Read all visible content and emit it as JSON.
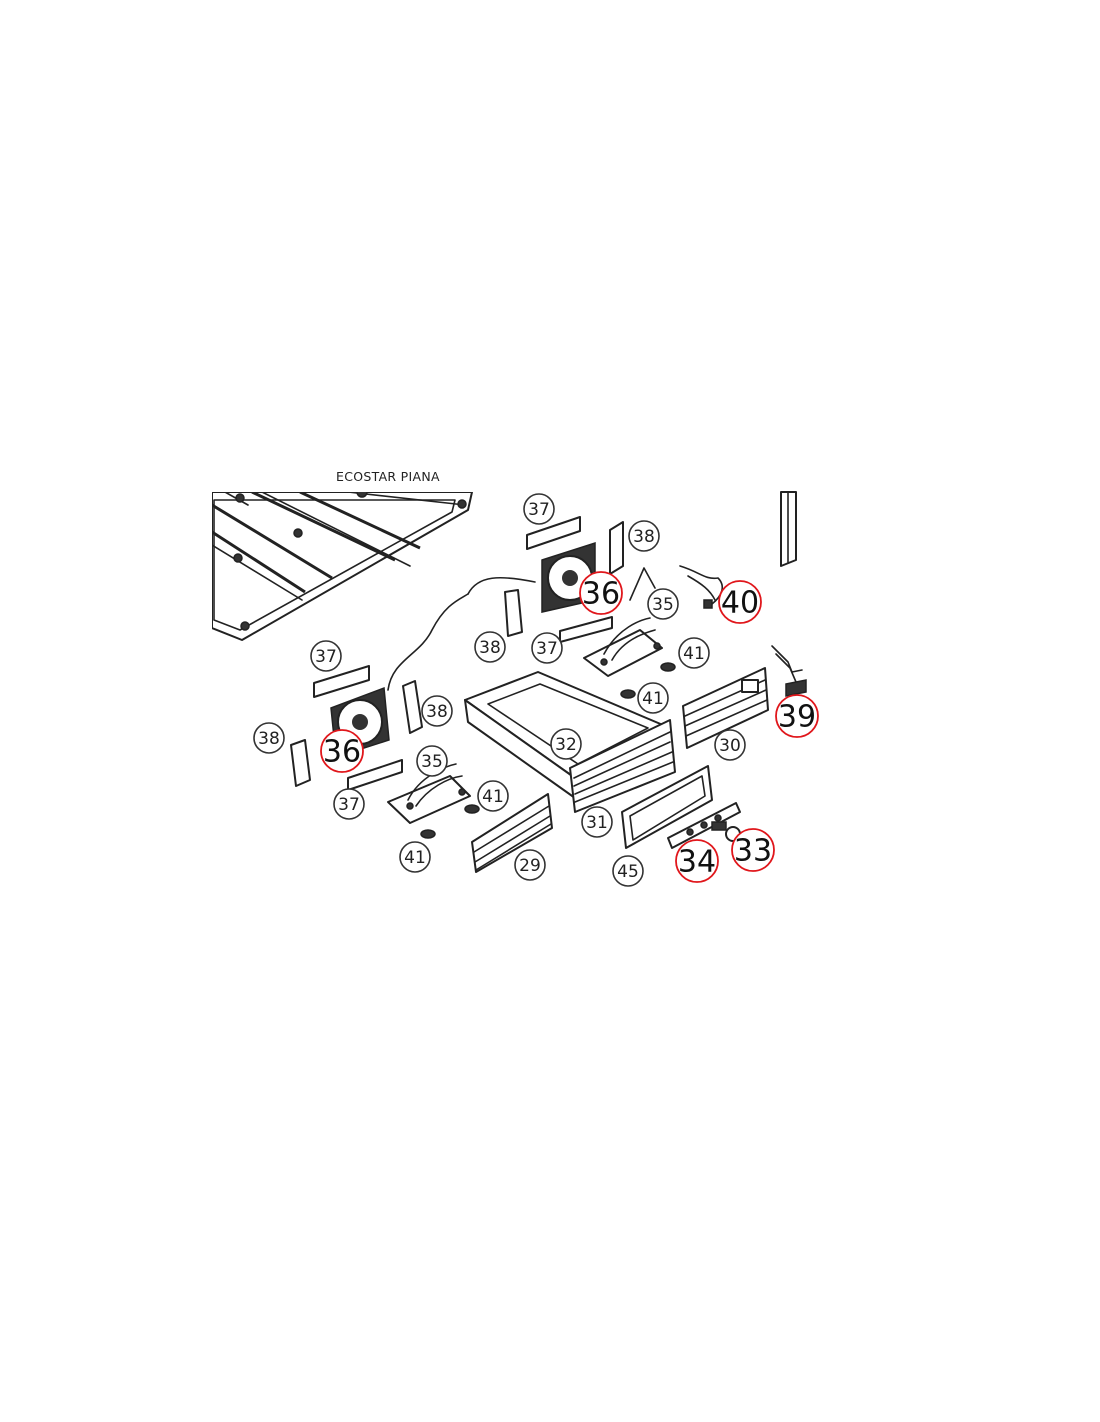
{
  "caption": "ECOSTAR PIANA",
  "callouts": [
    {
      "label": "37",
      "highlight": false
    },
    {
      "label": "38",
      "highlight": false
    },
    {
      "label": "36",
      "highlight": true
    },
    {
      "label": "40",
      "highlight": true
    },
    {
      "label": "35",
      "highlight": false
    },
    {
      "label": "38",
      "highlight": false
    },
    {
      "label": "37",
      "highlight": false
    },
    {
      "label": "41",
      "highlight": false
    },
    {
      "label": "37",
      "highlight": false
    },
    {
      "label": "41",
      "highlight": false
    },
    {
      "label": "39",
      "highlight": true
    },
    {
      "label": "38",
      "highlight": false
    },
    {
      "label": "38",
      "highlight": false
    },
    {
      "label": "36",
      "highlight": true
    },
    {
      "label": "32",
      "highlight": false
    },
    {
      "label": "30",
      "highlight": false
    },
    {
      "label": "35",
      "highlight": false
    },
    {
      "label": "37",
      "highlight": false
    },
    {
      "label": "41",
      "highlight": false
    },
    {
      "label": "31",
      "highlight": false
    },
    {
      "label": "33",
      "highlight": true
    },
    {
      "label": "34",
      "highlight": true
    },
    {
      "label": "41",
      "highlight": false
    },
    {
      "label": "29",
      "highlight": false
    },
    {
      "label": "45",
      "highlight": false
    }
  ],
  "colors": {
    "highlight": "#e0161b",
    "line": "#222222",
    "background": "#ffffff"
  }
}
